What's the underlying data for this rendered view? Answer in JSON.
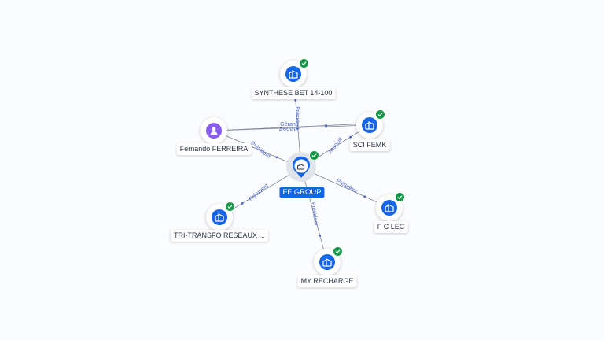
{
  "central": {
    "label": "FF GROUP",
    "icon": "company-icon",
    "verified": true
  },
  "nodes": [
    {
      "id": "synthese",
      "label": "SYNTHESE BET 14-100",
      "icon": "company-icon",
      "verified": true
    },
    {
      "id": "scifemk",
      "label": "SCI FEMK",
      "icon": "company-icon",
      "verified": true
    },
    {
      "id": "fernando",
      "label": "Fernando FERREIRA",
      "icon": "person-icon",
      "verified": false
    },
    {
      "id": "fclec",
      "label": "F C LEC",
      "icon": "company-icon",
      "verified": true
    },
    {
      "id": "tritransfo",
      "label": "TRI-TRANSFO RESEAUX ...",
      "icon": "company-icon",
      "verified": true
    },
    {
      "id": "myrecharge",
      "label": "MY RECHARGE",
      "icon": "company-icon",
      "verified": true
    }
  ],
  "edges": [
    {
      "from": "central",
      "to": "synthese",
      "label": "Président"
    },
    {
      "from": "central",
      "to": "scifemk",
      "label": "Associé"
    },
    {
      "from": "fernando",
      "to": "central",
      "label": "Président"
    },
    {
      "from": "central",
      "to": "fclec",
      "label": "Président"
    },
    {
      "from": "central",
      "to": "tritransfo",
      "label": "Président"
    },
    {
      "from": "central",
      "to": "myrecharge",
      "label": "Président"
    },
    {
      "from": "fernando",
      "to": "scifemk",
      "label": "Gérant"
    },
    {
      "from": "fernando",
      "to": "scifemk",
      "label": "Associé"
    }
  ],
  "colors": {
    "brand": "#1565e8",
    "person": "#8a5cf0",
    "verified": "#17984a",
    "edge": "#7a8299",
    "edge_label": "#4a63c4"
  }
}
